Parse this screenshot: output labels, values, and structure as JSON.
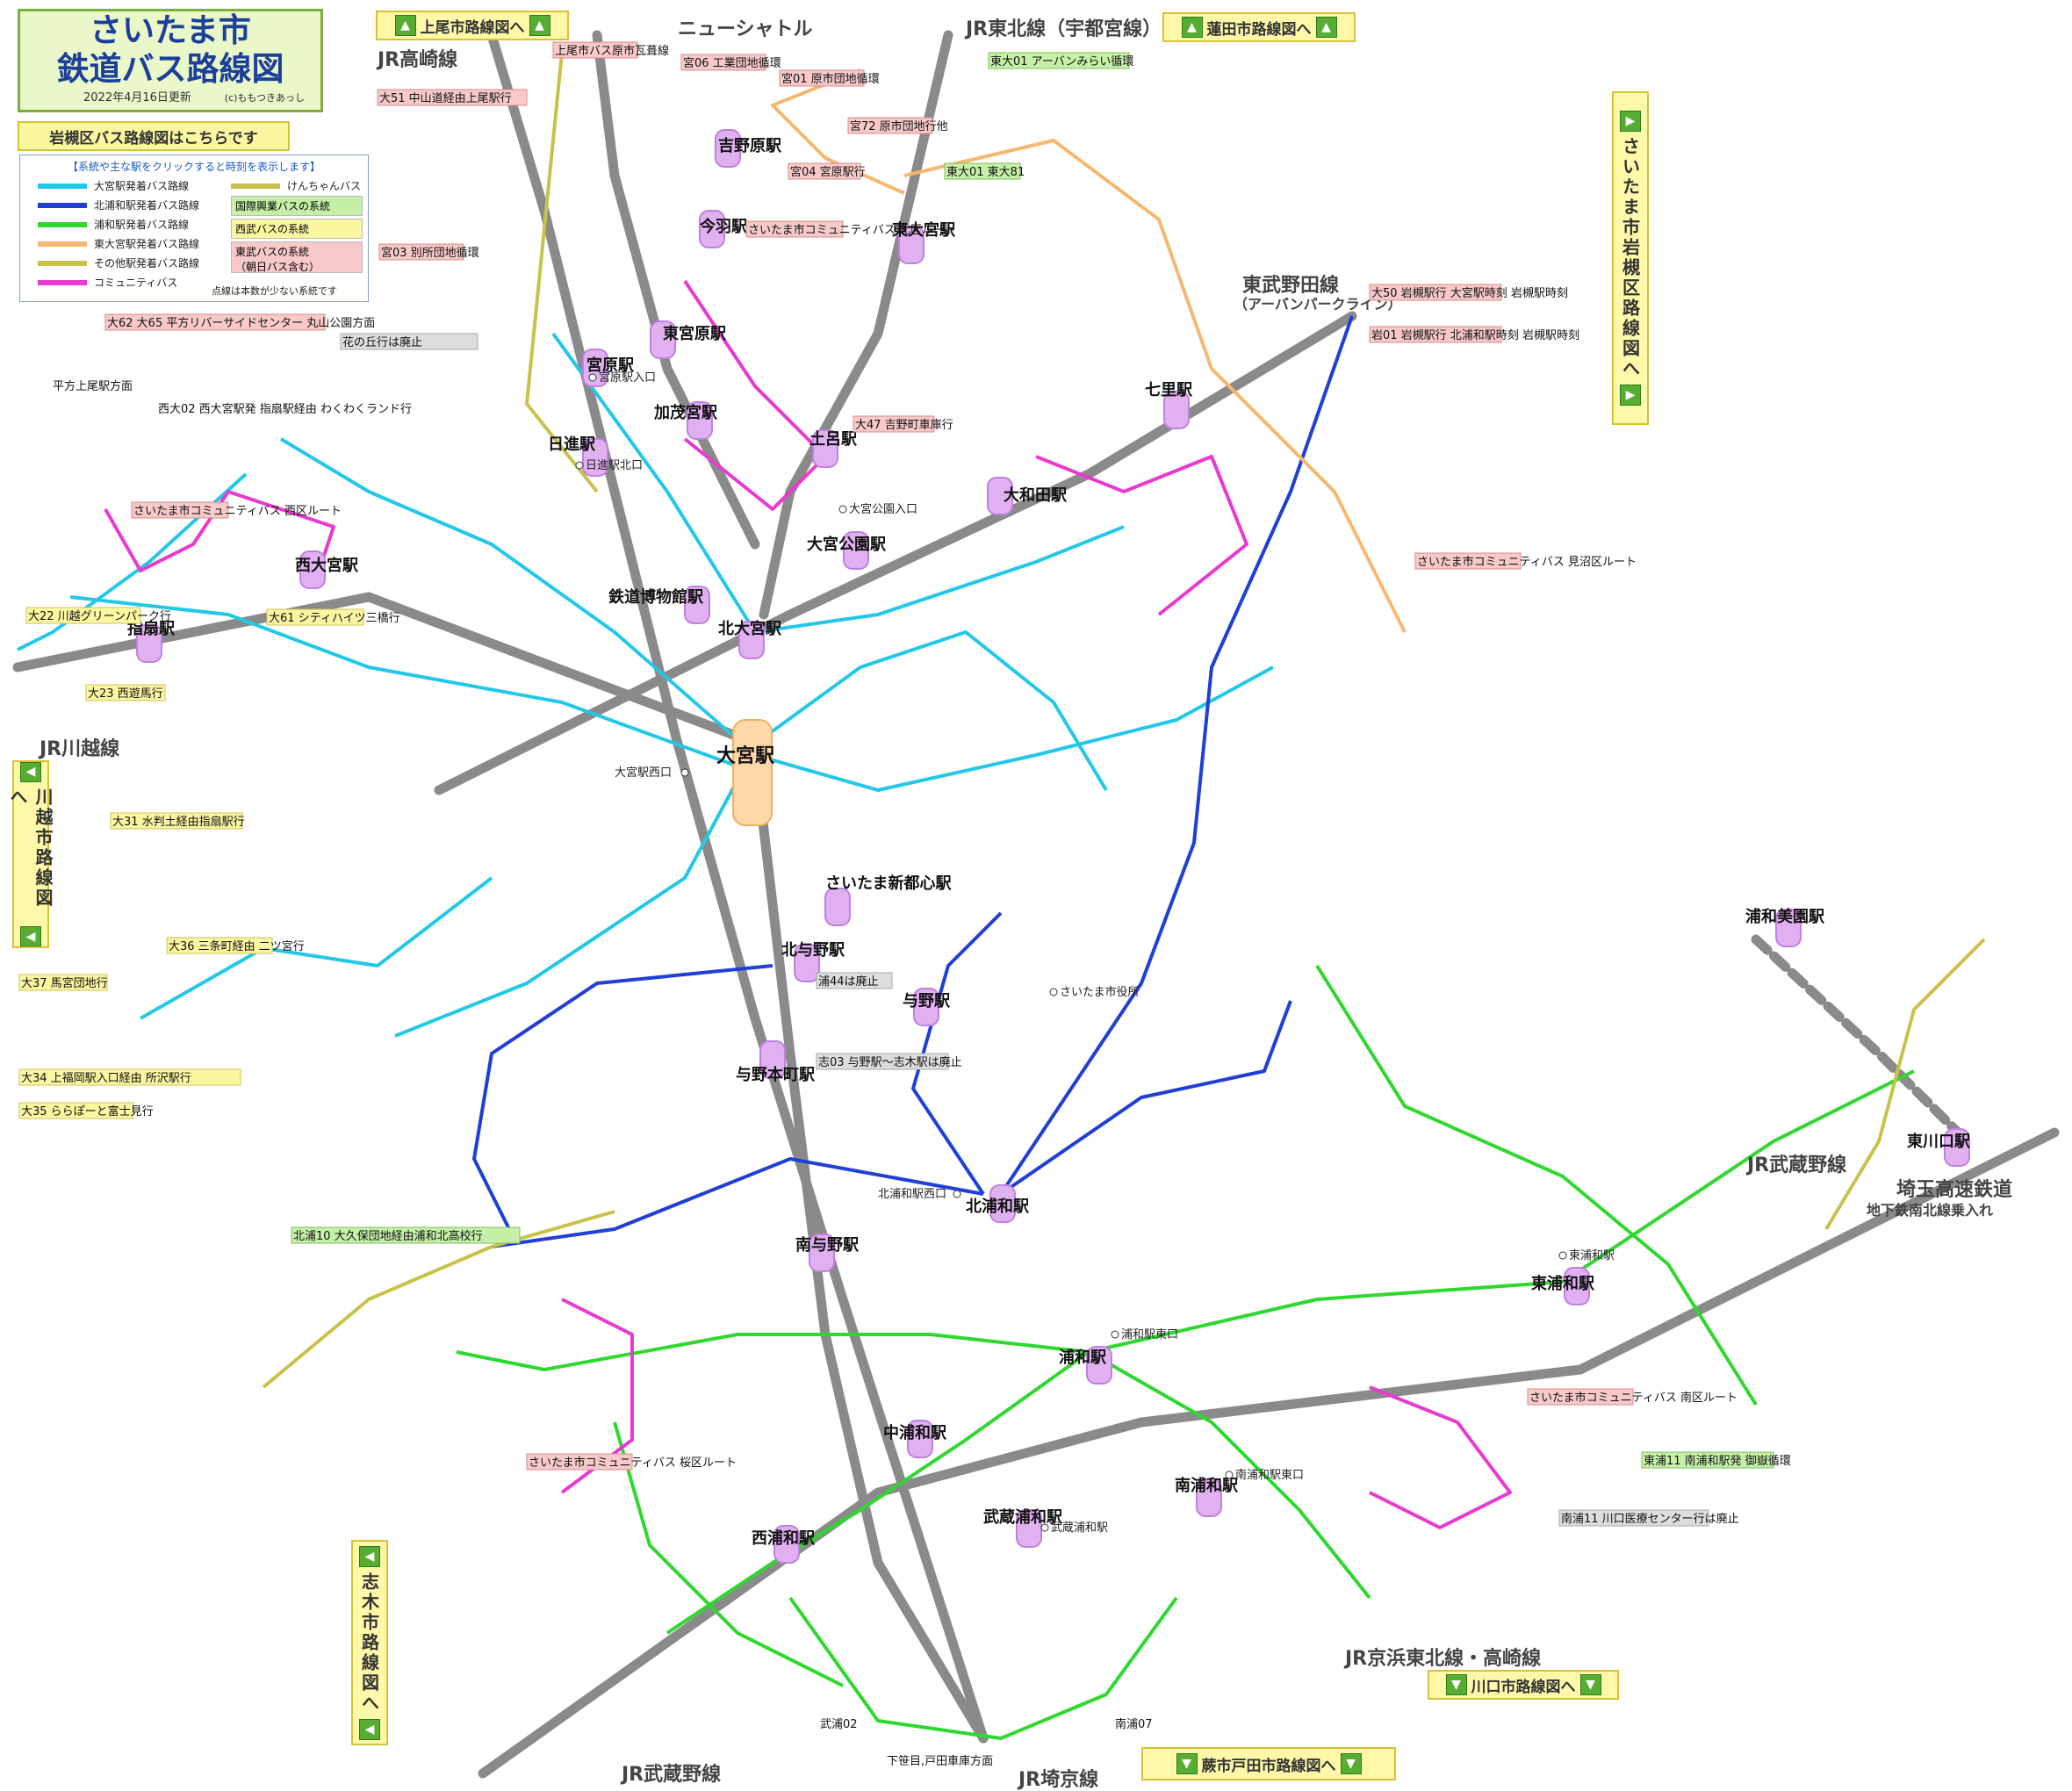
{
  "header": {
    "title_line1": "さいたま市",
    "title_line2": "鉄道バス路線図",
    "updated": "2022年4月16日更新",
    "credit": "(c)ももつきあっし",
    "iwatsuki_button": "岩槻区バス路線図はこちらです"
  },
  "nav_links": {
    "ageo": "上尾市路線図へ",
    "hasuda": "蓮田市路線図へ",
    "iwatsuki_side": "さいたま市岩槻区路線図へ",
    "kawagoe": "川越市路線図へ",
    "shiki": "志木市路線図へ",
    "kawaguchi": "川口市路線図へ",
    "warabi_toda": "蕨市戸田市路線図へ"
  },
  "legend": {
    "header": "【系統や主な駅をクリックすると時刻を表示します】",
    "items": [
      {
        "label": "大宮駅発着バス路線",
        "color": "#22c8e8"
      },
      {
        "label": "北浦和駅発着バス路線",
        "color": "#1f3fd6"
      },
      {
        "label": "浦和駅発着バス路線",
        "color": "#2ed82e"
      },
      {
        "label": "東大宮駅発着バス路線",
        "color": "#f5b870"
      },
      {
        "label": "その他駅発着バス路線",
        "color": "#c9c24a"
      },
      {
        "label": "コミュニティバス",
        "color": "#e83ad0"
      }
    ],
    "kenchan": "けんちゃんバス",
    "boxes": [
      {
        "label": "国際興業バスの系統",
        "color": "#c6f0a8"
      },
      {
        "label": "西武バスの系統",
        "color": "#fbf6a0"
      },
      {
        "label": "東武バスの系統\n（朝日バス含む）",
        "color": "#f8c9c9"
      }
    ],
    "dotted_note": "点線は本数が少ない系統です"
  },
  "rail_lines": [
    "JR高崎線",
    "ニューシャトル",
    "JR東北線（宇都宮線）",
    "東武野田線",
    "（アーバンパークライン）",
    "JR川越線",
    "JR武蔵野線",
    "JR埼京線",
    "JR京浜東北線・高崎線",
    "埼玉高速鉄道",
    "地下鉄南北線乗入れ"
  ],
  "stations": [
    "吉野原駅",
    "今羽駅",
    "東大宮駅",
    "東宮原駅",
    "宮原駅",
    "加茂宮駅",
    "土呂駅",
    "七里駅",
    "日進駅",
    "大和田駅",
    "西大宮駅",
    "大宮公園駅",
    "鉄道博物館駅",
    "北大宮駅",
    "指扇駅",
    "大宮駅",
    "さいたま新都心駅",
    "北与野駅",
    "与野駅",
    "与野本町駅",
    "浦和美園駅",
    "北浦和駅",
    "南与野駅",
    "東川口駅",
    "東浦和駅",
    "浦和駅",
    "中浦和駅",
    "南浦和駅",
    "武蔵浦和駅",
    "西浦和駅"
  ],
  "route_notes": [
    "上尾市バス原市瓦葺線",
    "宮06 工業団地循環",
    "宮01 原市団地循環",
    "東大01 アーバンみらい循環",
    "大51 中山道経由上尾駅行",
    "宮72 原市団地行他",
    "宮04 宮原駅行",
    "東大01 東大81",
    "宮03 別所団地循環",
    "大62 大65 平方リバーサイドセンター 丸山公園方面",
    "平方上尾駅方面",
    "西大02 西大宮駅発 指扇駅経由 わくわくランド行",
    "大47 吉野町車庫行",
    "大50 岩槻駅行 大宮駅時刻 岩槻駅時刻",
    "岩01 岩槻駅行 北浦和駅時刻 岩槻駅時刻",
    "さいたま市コミュニティバス 北区ルート",
    "さいたま市コミュニティバス 西区ルート",
    "さいたま市コミュニティバス 見沼区ルート",
    "さいたま市コミュニティバス 南区ルート",
    "さいたま市コミュニティバス 桜区ルート",
    "大22 川越グリーンパーク行",
    "大23 西遊馬行",
    "大61 シティハイツ三橋行",
    "大31 水判土経由指扇駅行",
    "大36 三条町経由 二ツ宮行",
    "大37 馬宮団地行",
    "大34 上福岡駅入口経由 所沢駅行",
    "大35 ららぽーと富士見行",
    "花の丘行は廃止",
    "浦44は廃止",
    "志03 与野駅～志木駅は廃止",
    "南浦11 川口医療センター行は廃止",
    "北浦10 大久保団地経由浦和北高校行",
    "東浦11 南浦和駅発 御嶽循環",
    "下笹目,戸田車庫方面",
    "武浦02",
    "南浦07"
  ],
  "sample_stops": [
    "宮原駅入口",
    "日進駅北口",
    "大宮駅西口",
    "浦和駅東口",
    "北浦和駅西口",
    "武蔵浦和駅",
    "南浦和駅東口",
    "東浦和駅",
    "大宮公園入口",
    "さいたま市役所"
  ]
}
